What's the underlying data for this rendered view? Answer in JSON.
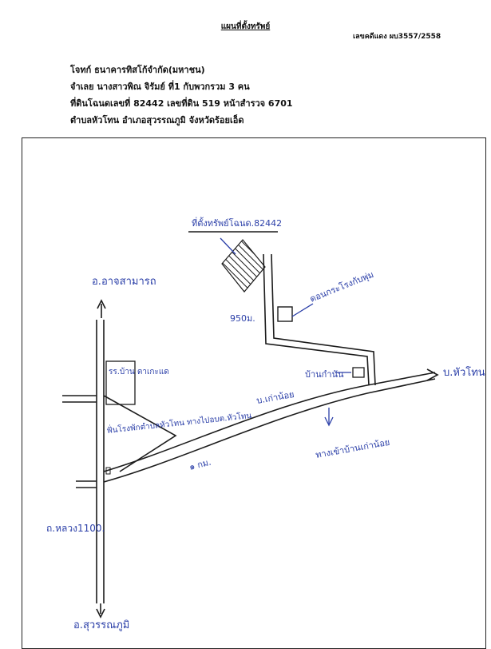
{
  "header": {
    "title": "แผนที่ตั้งทรัพย์",
    "case_number": "เลขคดีแดง ผบ3557/2558",
    "plaintiff": "โจทก์ ธนาคารทิสโก้จำกัด(มหาชน)",
    "defendant": "จำเลย นางสาวพิณ จิรัมย์ ที่1 กับพวกรวม 3 คน",
    "land": "ที่ดินโฉนดเลขที่ 82442 เลขที่ดิน 519 หน้าสำรวจ 6701",
    "location": "ตำบลหัวโทน  อำเภอสุวรรณภูมิ จังหวัดร้อยเอ็ด"
  },
  "map": {
    "property_label": "ที่ตั้งทรัพย์โฉนด.82442",
    "north_dest": "อ.อาจสามารถ",
    "south_dest": "อ.สุวรรณภูมิ",
    "east_dest": "บ.หัวโทน",
    "school": "รร.บ้าน ตาเกะแด",
    "village_road": "บ.เก่าน้อย",
    "distance_main": "๑ กม.",
    "distance_lane": "950ม.",
    "poultry_farm": "ดอนกระโรงกับพุ่ม",
    "house": "บ้านกำนัน",
    "turn_in": "ทางเข้าบ้านเก่าน้อย",
    "junction_note": "ฟั่นโรงพักตำบลหัวโทน ทางไปอบต.หัวโทน",
    "route_number": "ถ.หลวง1100."
  }
}
